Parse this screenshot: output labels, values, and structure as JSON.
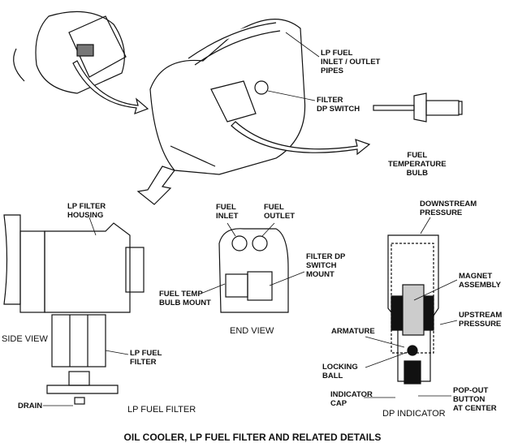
{
  "title": "OIL COOLER, LP FUEL FILTER AND RELATED DETAILS",
  "labels": {
    "pipes": [
      "LP FUEL",
      "INLET / OUTLET",
      "PIPES"
    ],
    "filter_dp_switch": [
      "FILTER",
      "DP SWITCH"
    ],
    "temp_bulb": [
      "FUEL",
      "TEMPERATURE",
      "BULB"
    ],
    "filter_housing": [
      "LP FILTER",
      "HOUSING"
    ],
    "fuel_inlet": [
      "FUEL",
      "INLET"
    ],
    "fuel_outlet": [
      "FUEL",
      "OUTLET"
    ],
    "dp_switch_mount": [
      "FILTER DP",
      "SWITCH",
      "MOUNT"
    ],
    "temp_bulb_mount": [
      "FUEL TEMP",
      "BULB MOUNT"
    ],
    "end_view": "END VIEW",
    "side_view": "SIDE VIEW",
    "lp_fuel_filter_pointer": [
      "LP FUEL",
      "FILTER"
    ],
    "drain": "DRAIN",
    "lp_fuel_filter_title": "LP FUEL FILTER",
    "downstream": [
      "DOWNSTREAM",
      "PRESSURE"
    ],
    "magnet": [
      "MAGNET",
      "ASSEMBLY"
    ],
    "upstream": [
      "UPSTREAM",
      "PRESSURE"
    ],
    "armature": "ARMATURE",
    "locking_ball": [
      "LOCKING",
      "BALL"
    ],
    "indicator_cap": [
      "INDICATOR",
      "CAP"
    ],
    "popout": [
      "POP-OUT",
      "BUTTON",
      "AT CENTER"
    ],
    "dp_indicator": "DP INDICATOR"
  }
}
